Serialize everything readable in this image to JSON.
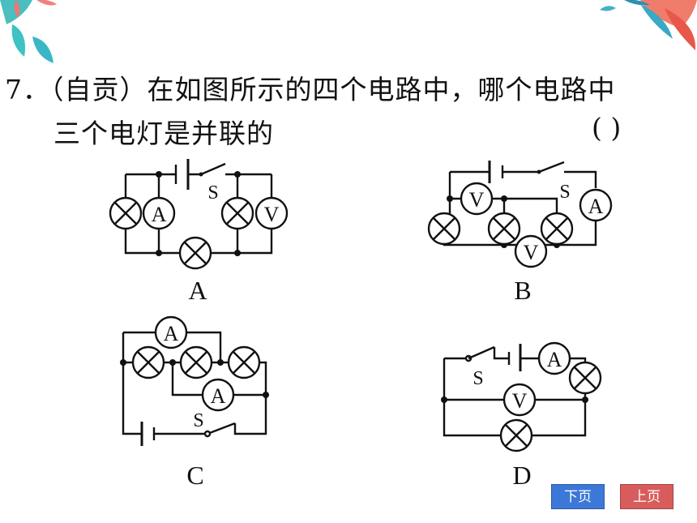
{
  "question": {
    "line1": "7．（自贡）在如图所示的四个电路中，哪个电路中",
    "line2": "三个电灯是并联的",
    "answer_blank": "(      )"
  },
  "circuits": {
    "a": {
      "label": "A",
      "switch": "S",
      "meters": [
        "A",
        "V"
      ]
    },
    "b": {
      "label": "B",
      "switch": "S",
      "meters": [
        "V",
        "A",
        "V"
      ]
    },
    "c": {
      "label": "C",
      "switch": "S",
      "meters": [
        "A",
        "A"
      ]
    },
    "d": {
      "label": "D",
      "switch": "S",
      "meters": [
        "A",
        "V"
      ]
    }
  },
  "nav": {
    "next_label": "下页",
    "prev_label": "上页",
    "next_color": "#3c78d8",
    "prev_color": "#d95c5c"
  }
}
